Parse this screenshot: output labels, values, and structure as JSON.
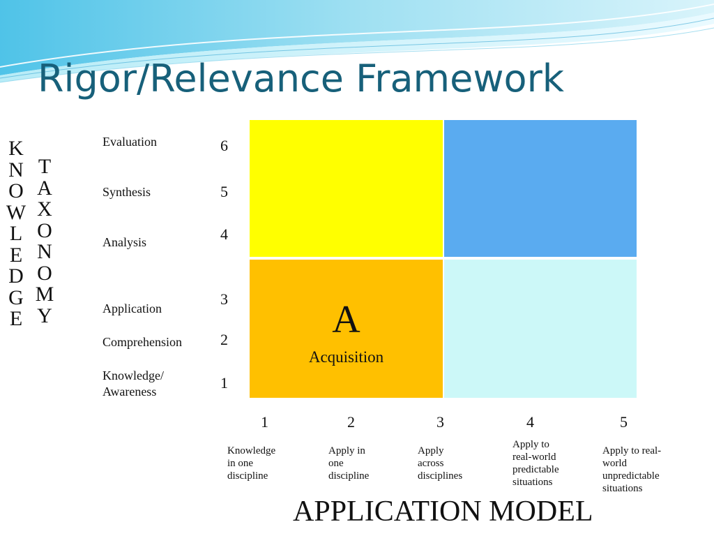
{
  "title": "Rigor/Relevance Framework",
  "left_labels": {
    "knowledge": [
      "K",
      "N",
      "O",
      "W",
      "L",
      "E",
      "D",
      "G",
      "E"
    ],
    "taxonomy": [
      "T",
      "A",
      "X",
      "O",
      "N",
      "O",
      "M",
      "Y"
    ]
  },
  "levels": [
    {
      "name": "Evaluation",
      "num": "6"
    },
    {
      "name": "Synthesis",
      "num": "5"
    },
    {
      "name": "Analysis",
      "num": "4"
    },
    {
      "name": "Application",
      "num": "3"
    },
    {
      "name": "Comprehension",
      "num": "2"
    },
    {
      "name": "Knowledge/\nAwareness",
      "num": "1"
    }
  ],
  "quadrant_a": {
    "letter": "A",
    "name": "Acquisition"
  },
  "application_levels": [
    {
      "num": "1",
      "desc": "Knowledge\nin one\ndiscipline"
    },
    {
      "num": "2",
      "desc": "Apply in\none\ndiscipline"
    },
    {
      "num": "3",
      "desc": "Apply\nacross\ndisciplines"
    },
    {
      "num": "4",
      "desc": "Apply to\nreal-world\npredictable\nsituations"
    },
    {
      "num": "5",
      "desc": "Apply to real-\nworld\nunpredictable\nsituations"
    }
  ],
  "x_axis_title": "APPLICATION MODEL",
  "colors": {
    "title": "#17607a",
    "quadrant_a": "#ffc000",
    "quadrant_b": "#ffff00",
    "quadrant_c": "#5aabf0",
    "quadrant_d": "#ccf8f8"
  }
}
